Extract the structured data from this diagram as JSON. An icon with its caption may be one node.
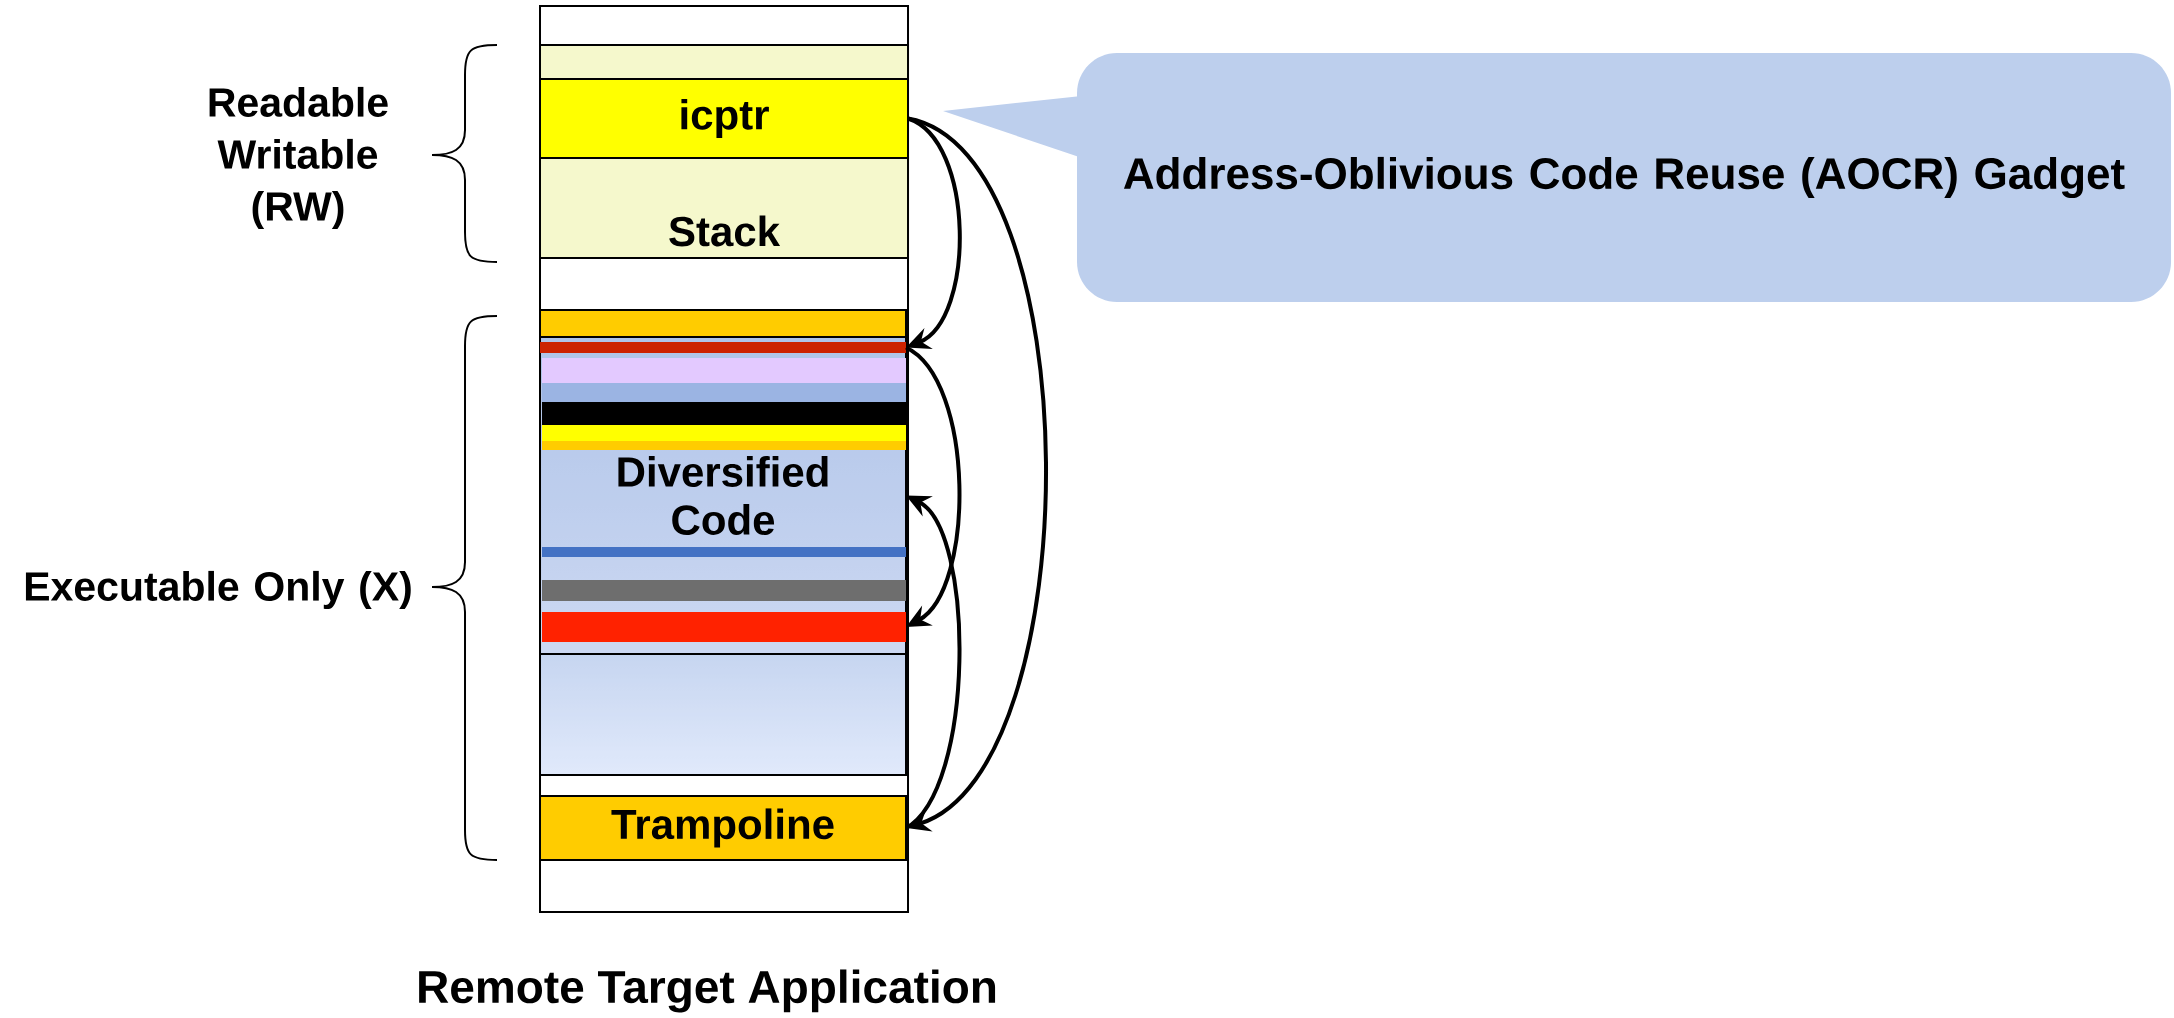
{
  "diagram": {
    "caption": "Remote Target Application",
    "nodes": [
      {
        "text": [
          "icptr"
        ]
      },
      {
        "text": [
          "Stack"
        ]
      },
      {
        "text": [
          "Diversified Code"
        ]
      },
      {
        "text": [],
        "shape": "bar",
        "in": 2
      },
      {
        "text": [],
        "shape": "bar",
        "in": 2
      },
      {
        "text": [
          "Trampoline"
        ]
      },
      {
        "text": [
          "Address-Oblivious Code Reuse (AOCR) Gadget"
        ]
      }
    ],
    "edges": [
      {
        "from": 0,
        "to": 3,
        "arrow": "to"
      },
      {
        "from": 0,
        "to": 5,
        "arrow": "to"
      },
      {
        "from": 3,
        "to": 4,
        "arrow": "to"
      },
      {
        "from": 5,
        "to": 2,
        "arrow": "to"
      }
    ],
    "labels": [
      "Readable Writable (RW)",
      "Executable Only (X)"
    ]
  }
}
